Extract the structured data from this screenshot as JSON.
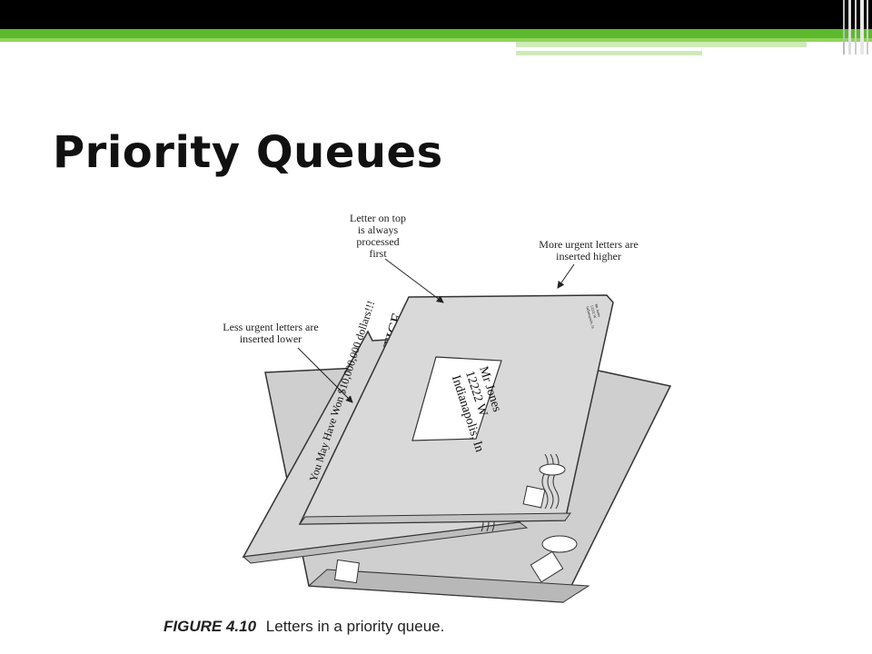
{
  "slide": {
    "title": "Priority Queues"
  },
  "figure": {
    "labels": {
      "top": [
        "Letter on top",
        "is always",
        "processed",
        "first"
      ],
      "urgent": [
        "More urgent letters are",
        "inserted higher"
      ],
      "less": [
        "Less urgent letters are",
        "inserted lower"
      ]
    },
    "envelope_front": {
      "address": [
        "Mr Jones",
        "12222 W",
        "Indianapolis, In"
      ],
      "return_address": [
        "Mr Jones",
        "12222 W",
        "Indianapolis, In"
      ]
    },
    "envelope_middle": {
      "headline": "FINAL NOTICE",
      "tagline": "You May Have Won $10,000,000 dollars!!!"
    },
    "caption": {
      "label": "FIGURE 4.10",
      "text": "Letters in a priority queue."
    }
  },
  "colors": {
    "accent_green": "#5cb82d",
    "envelope_fill": "#d4d4d4",
    "envelope_stroke": "#444444"
  }
}
